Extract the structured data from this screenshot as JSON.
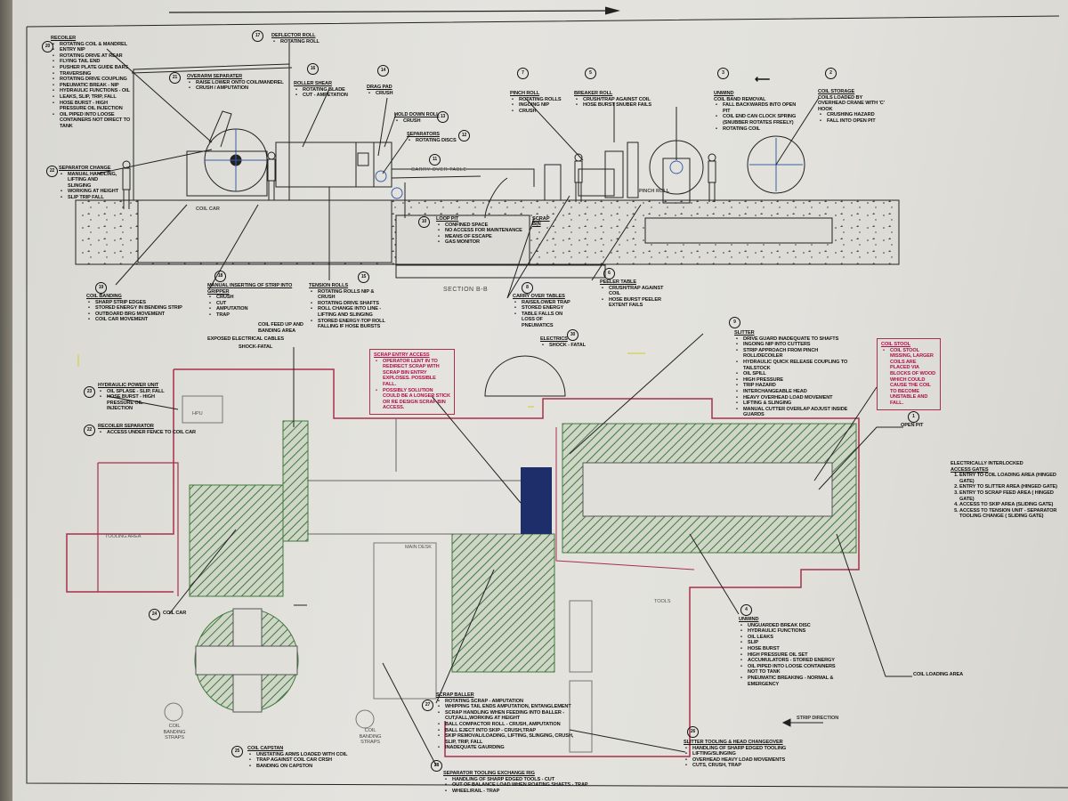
{
  "colors": {
    "paper": "#e2e1dc",
    "ink": "#111111",
    "hazard_red": "#b0104a",
    "guard_green": "#3f7a3a",
    "fence_red": "#a8304a"
  },
  "callouts": {
    "c20": {
      "num": "20",
      "title": "RECOILER",
      "items": [
        "ROTATING COIL & MANDREL",
        "ENTRY NIP",
        "ROTATING DRIVE AT REAR",
        "FLYING TAIL END",
        "PUSHER PLATE GUIDE BARS",
        "TRAVERSING",
        "ROTATING DRIVE COUPLING",
        "PNEUMATIC BREAK - NIP",
        "HYDRAULIC FUNCTIONS - OIL",
        "LEAKS, SLIP, TRIP, FALL",
        "HOSE BURST - HIGH PRESSURE OIL INJECTION",
        "OIL PIPED INTO LOOSE CONTAINERS NOT DIRECT TO TANK"
      ]
    },
    "c17": {
      "num": "17",
      "title": "DEFLECTOR ROLL",
      "items": [
        "ROTATING ROLL"
      ]
    },
    "c21": {
      "num": "21",
      "title": "OVERARM SEPARATER",
      "items": [
        "RAISE LOWER ONTO COIL/MANDREL",
        "CRUSH / AMPUTATION"
      ]
    },
    "c16": {
      "num": "16",
      "title": "ROLLER SHEAR",
      "items": [
        "ROTATING BLADE",
        "CUT - AMPETATION"
      ]
    },
    "c14": {
      "num": "14",
      "title": "DRAG PAD",
      "items": [
        "CRUSH"
      ]
    },
    "c13": {
      "num": "13",
      "title": "HOLD DOWN ROLL",
      "items": [
        "CRUSH"
      ]
    },
    "c12": {
      "num": "12",
      "title": "SEPARATORS",
      "items": [
        "ROTATING DISCS"
      ]
    },
    "c11": {
      "num": "11",
      "title": "CARRY OVER TABLE",
      "items": []
    },
    "c10": {
      "num": "10",
      "title": "LOOP PIT",
      "items": [
        "CONFINED SPACE",
        "NO ACCESS FOR MAINTENANCE",
        "MEANS OF ESCAPE",
        "GAS MONITOR"
      ]
    },
    "c7": {
      "num": "7",
      "title": "PINCH ROLL",
      "items": [
        "ROTATING ROLLS",
        "INGOING NIP",
        "CRUSH"
      ]
    },
    "c5": {
      "num": "5",
      "title": "BREAKER ROLL",
      "items": [
        "CRUSH/TRAP AGAINST COIL",
        "HOSE BURST SNUBER FAILS"
      ]
    },
    "c3": {
      "num": "3",
      "title": "UNWIND",
      "subtitle": "COIL BAND REMOVAL",
      "items": [
        "FALL BACKWARDS INTO OPEN PIT",
        "COIL END CAN CLOCK SPRING (SNUBBER ROTATES FREELY)",
        "ROTATING COIL"
      ]
    },
    "c2": {
      "num": "2",
      "title": "COIL STORAGE",
      "subtitle": "COILS LOADED BY OVERHEAD CRANE WITH 'C' HOOK",
      "items": [
        "CRUSHING HAZARD",
        "FALL INTO OPEN PIT"
      ]
    },
    "c22a": {
      "num": "22",
      "title": "SEPARATOR CHANGE",
      "items": [
        "MANUAL HANDLING, LIFTING AND SLINGING",
        "WORKING AT HEIGHT",
        "SLIP TRIP FALL"
      ]
    },
    "c19": {
      "num": "19",
      "title": "COIL BANDING",
      "items": [
        "SHARP STRIP EDGES",
        "STORED ENERGY IN BENDING STRIP",
        "OUTBOARD BRG MOVEMENT",
        "COIL CAR MOVEMENT"
      ]
    },
    "c18": {
      "num": "18",
      "title": "MANUAL INSERTING OF STRIP INTO GRIPPER",
      "items": [
        "CRUSH",
        "CUT",
        "AMPUTATION",
        "TRAP"
      ]
    },
    "c15": {
      "num": "15",
      "title": "TENSION ROLLS",
      "items": [
        "ROTATING ROLLS NIP & CRUSH",
        "ROTATING DRIVE SHAFTS",
        "ROLL CHANGE INTO LINE - LIFTING AND SLINGING",
        "STORED ENERGY-TOP ROLL FALLING IF HOSE BURSTS"
      ]
    },
    "c8": {
      "num": "8",
      "title": "CARRY OVER TABLES",
      "items": [
        "RAISE/LOWER TRAP",
        "STORED ENERGY",
        "TABLE FALLS ON LOSS OF PNEUMATICS"
      ]
    },
    "c6": {
      "num": "6",
      "title": "PEELER TABLE",
      "items": [
        "CRUSH/TRAP AGAINST COIL",
        "HOSE BURST PEELER EXTENT FAILS"
      ]
    },
    "c30": {
      "num": "30",
      "title": "ELECTRICS",
      "items": [
        "SHOCK - FATAL"
      ]
    },
    "c9": {
      "num": "9",
      "title": "SLITTER",
      "items": [
        "DRIVE GUARD INADEQUATE TO SHAFTS",
        "INGOING NIP INTO CUTTERS",
        "STRIP APPROACH FROM PINCH ROLL/DECOILER",
        "HYDRAULIC QUICK RELEASE COUPLING TO TAILSTOCK",
        "OIL SPILL",
        "HIGH PRESSURE",
        "TRIP HAZARD",
        "INTERCHANGEABLE HEAD",
        "HEAVY OVERHEAD LOAD MOVEMENT",
        "LIFTING & SLINGING",
        "MANUAL CUTTER OVERLAP ADJUST INSIDE GUARDS"
      ]
    },
    "c23": {
      "num": "23",
      "title": "HYDRAULIC POWER UNIT",
      "items": [
        "OIL SPLASE - SLIP, FALL",
        "HOSE BURST - HIGH PRESSURE OIL INJECTION"
      ]
    },
    "c22b": {
      "num": "22",
      "title": "RECOILER SEPARATOR",
      "items": [
        "ACCESS UNDER FENCE TO COIL CAR"
      ]
    },
    "c24": {
      "num": "24",
      "title": "COIL CAR",
      "items": []
    },
    "c4": {
      "num": "4",
      "title": "UNWIND",
      "items": [
        "UNGUARDED BREAK DISC",
        "HYDRAULIC FUNCTIONS",
        "OIL LEAKS",
        "SLIP",
        "HOSE BURST",
        "HIGH PRESSURE OIL SET",
        "ACCUMULATORS - STORED ENERGY",
        "OIL PIPED INTO LOOSE CONTAINERS NOT TO TANK",
        "PNEUMATIC BREAKING - NORMAL & EMERGENCY"
      ]
    },
    "c26": {
      "num": "26",
      "title": "SLITTER TOOLING & HEAD CHANGEOVER",
      "items": [
        "HANDLING OF SHARP EDGED TOOLING",
        "LIFTING/SLINGING",
        "OVERHEAD HEAVY LOAD MOVEMENTS",
        "CUTS, CRUSH, TRAP"
      ]
    },
    "c27": {
      "num": "27",
      "title": "SCRAP BALLER",
      "items": [
        "ROTATING SCRAP - AMPUTATION",
        "WHIPPING TAIL ENDS AMPUTATION, ENTANGLEMENT",
        "SCRAP HANDLING WHEN FEEDING INTO BALLER - CUT,FALL,WORKING AT HEIGHT",
        "BALL COMPACTOR ROLL - CRUSH, AMPUTATION",
        "BALL EJECT INTO SKIP - CRUSH,TRAP",
        "SKIP REMOVAL/LOADING, LIFTING, SLINGING, CRUSH, SLIP, TRIP, FALL",
        "INADEQUATE GAURDING"
      ]
    },
    "c28": {
      "num": "28",
      "title": "SEPARATOR TOOLING EXCHANGE RIG",
      "items": [
        "HANDLING OF SHARP EDGED TOOLS - CUT",
        "OUT OF BALANCE LOAD WHEN ROATING SHAFTS - TRAP",
        "WHEEL/RAIL - TRAP"
      ]
    },
    "c25": {
      "num": "25",
      "title": "COIL CAPSTAN",
      "items": [
        "UNSTATING ARMS LOADED WITH COIL",
        "TRAP AGAINST COIL CAR CRSH",
        "BANDING ON CAPSTON"
      ]
    },
    "c1": {
      "num": "1",
      "title": "OPEN PIT",
      "items": []
    }
  },
  "red_notes": {
    "scrap_entry": {
      "title": "SCRAP ENTRY ACCESS",
      "items": [
        "OPERATOR LENT IN TO REDIRECT SCRAP WITH SCRAP BIN ENTRY EXPLOSES. POSSIBLE FALL.",
        "POSSIBLY SOLUTION COULD BE A LONGER STICK OR RE DESIGN SCRAP BIN ACCESS."
      ]
    },
    "coil_stool": {
      "title": "COIL STOOL",
      "items": [
        "COIL STOOL MISSING, LARGER COILS ARE PLACED VIA BLOCKS OF WOOD WHICH COULD CAUSE THE COIL TO BECOME UNSTABLE AND FALL."
      ]
    }
  },
  "interlock": {
    "title": "ELECTRICALLY INTERLOCKED",
    "subtitle": "ACCESS GATES",
    "items": [
      "ENTRY TO COIL LOADING AREA (HINGED GATE)",
      "ENTRY TO SLITTER AREA (HINGED GATE)",
      "ENTRY TO SCRAP FEED AREA ( HINGED GATE)",
      "ACCESS TO SKIP AREA (SLIDING GATE)",
      "ACCESS TO TENSION UNIT - SEPARATOR TOOLING CHANGE ( SLIDING GATE)"
    ]
  },
  "labels": {
    "section": "SECTION B-B",
    "carry_over_table": "CARRY OVER TABLE",
    "coil_car": "COIL CAR",
    "scrap_bin": "SCRAP BIN",
    "pinch_roll": "PINCH ROLL",
    "coil_feed": "COIL FEED UP AND BANDING AREA",
    "exposed_cables": "EXPOSED ELECTRICAL CABLES",
    "shock_fatal": "SHOCK-FATAL",
    "coil_loading_area": "COIL LOADING AREA",
    "strip_direction": "STRIP DIRECTION",
    "banding_straps_1": "COIL BANDING STRAPS",
    "banding_straps_2": "COIL BANDING STRAPS",
    "tooling_area": "TOOLING AREA",
    "hpu": "HPU",
    "main_desk": "MAIN DESK",
    "tools": "TOOLS"
  }
}
